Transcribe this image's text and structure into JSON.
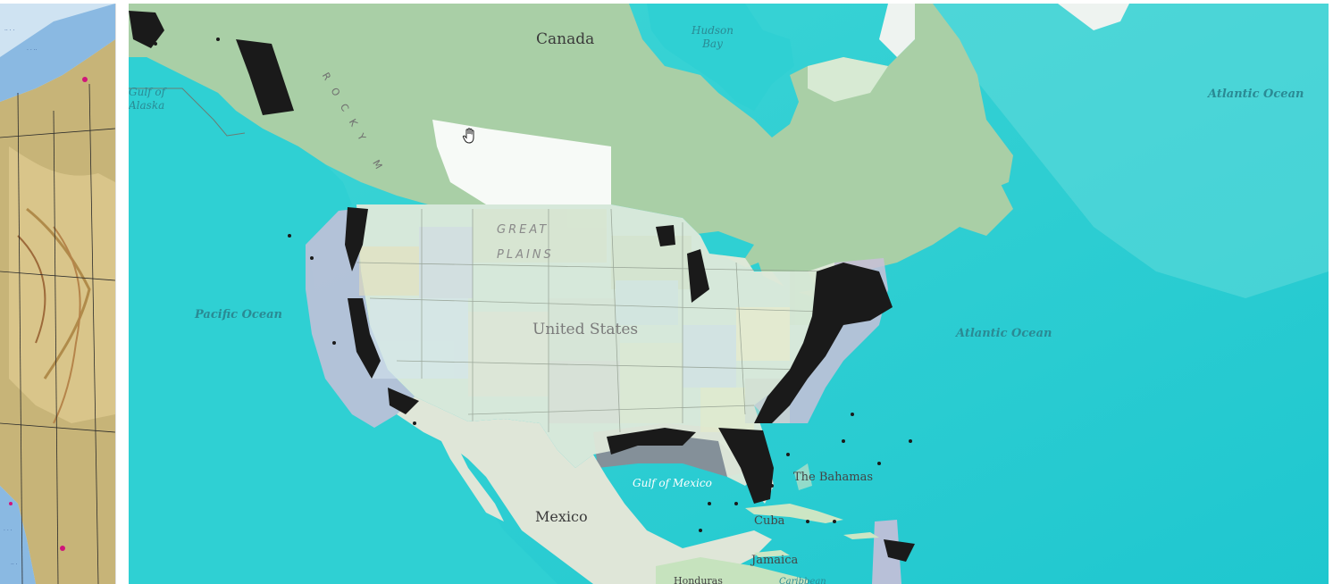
{
  "map": {
    "labels": {
      "canada": "Canada",
      "hudson_bay": "Hudson\nBay",
      "gulf_of_alaska": "Gulf of\nAlaska",
      "rocky_mountains": "ROCKY M",
      "great_plains": "GREAT\nPLAINS",
      "pacific_ocean": "Pacific Ocean",
      "united_states": "United States",
      "atlantic_ocean_north": "Atlantic Ocean",
      "atlantic_ocean_mid": "Atlantic Ocean",
      "gulf_of_mexico": "Gulf of Mexico",
      "mexico": "Mexico",
      "the_bahamas": "The Bahamas",
      "cuba": "Cuba",
      "jamaica": "Jamaica",
      "honduras": "Honduras",
      "caribbean": "Caribbean"
    },
    "colors": {
      "ocean": "#2fd0d3",
      "ocean_deep": "#22c4cc",
      "land_canada": "#a9cfa6",
      "land_snow": "#f4f7f4",
      "land_us": "#dfe9da",
      "coastal_zone": "#c9bfd8",
      "markers": "#1a1a1a",
      "left_panel_land": "#c9b77f",
      "left_panel_water": "#7fb5e0"
    },
    "cursor_icon": "hand-pan-icon"
  }
}
